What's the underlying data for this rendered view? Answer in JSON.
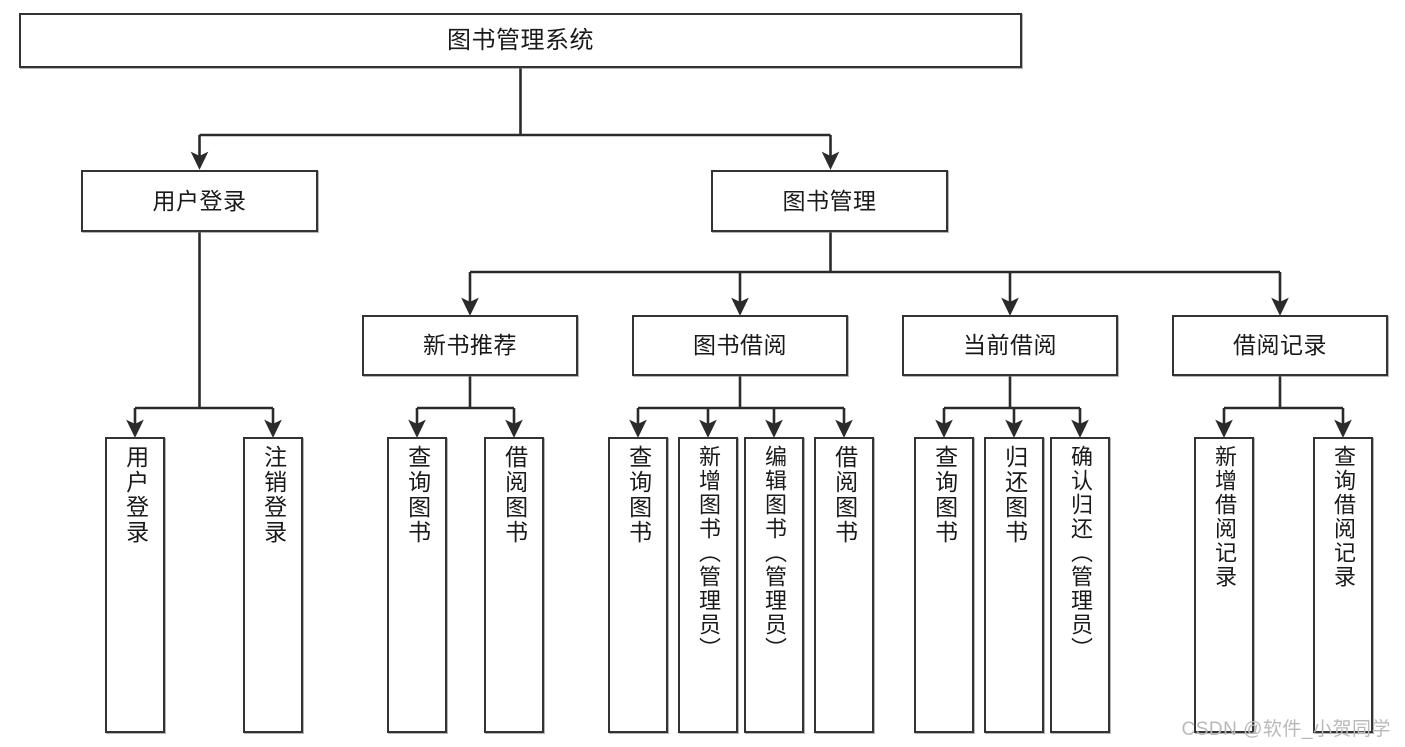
{
  "diagram": {
    "title": "图书管理系统",
    "type": "tree",
    "orientation": "top-down",
    "colors": {
      "box_border": "#333333",
      "box_fill": "#ffffff",
      "connector": "#2b2b2b",
      "text": "#1a1a1a",
      "watermark": "#b9b9b9",
      "background": "#ffffff"
    }
  },
  "nodes": {
    "root": {
      "id": "root",
      "label": "图书管理系统",
      "level": 1
    },
    "level2": [
      {
        "id": "user-login",
        "label": "用户登录",
        "level": 2
      },
      {
        "id": "book-manage",
        "label": "图书管理",
        "level": 2
      }
    ],
    "level3": [
      {
        "id": "new-book-rec",
        "label": "新书推荐",
        "level": 3,
        "parent": "book-manage"
      },
      {
        "id": "book-borrow",
        "label": "图书借阅",
        "level": 3,
        "parent": "book-manage"
      },
      {
        "id": "current-borrow",
        "label": "当前借阅",
        "level": 3,
        "parent": "book-manage"
      },
      {
        "id": "borrow-record",
        "label": "借阅记录",
        "level": 3,
        "parent": "book-manage"
      }
    ],
    "leaves": [
      {
        "id": "leaf-user-login",
        "label": "用户登录",
        "parent": "user-login"
      },
      {
        "id": "leaf-logout-login",
        "label": "注销登录",
        "parent": "user-login"
      },
      {
        "id": "leaf-query-book-rec",
        "label": "查询图书",
        "parent": "new-book-rec"
      },
      {
        "id": "leaf-borrow-book-rec",
        "label": "借阅图书",
        "parent": "new-book-rec"
      },
      {
        "id": "leaf-query-book-borrow",
        "label": "查询图书",
        "parent": "book-borrow"
      },
      {
        "id": "leaf-add-book",
        "label": "新增图书（管理员）",
        "parent": "book-borrow"
      },
      {
        "id": "leaf-edit-book",
        "label": "编辑图书（管理员）",
        "parent": "book-borrow"
      },
      {
        "id": "leaf-borrow-book",
        "label": "借阅图书",
        "parent": "book-borrow"
      },
      {
        "id": "leaf-query-book-current",
        "label": "查询图书",
        "parent": "current-borrow"
      },
      {
        "id": "leaf-return-book",
        "label": "归还图书",
        "parent": "current-borrow"
      },
      {
        "id": "leaf-confirm-return",
        "label": "确认归还（管理员）",
        "parent": "current-borrow"
      },
      {
        "id": "leaf-add-record",
        "label": "新增借阅记录",
        "parent": "borrow-record"
      },
      {
        "id": "leaf-query-record",
        "label": "查询借阅记录",
        "parent": "borrow-record"
      }
    ]
  },
  "watermark": {
    "text": "CSDN @软件_小贺同学"
  }
}
